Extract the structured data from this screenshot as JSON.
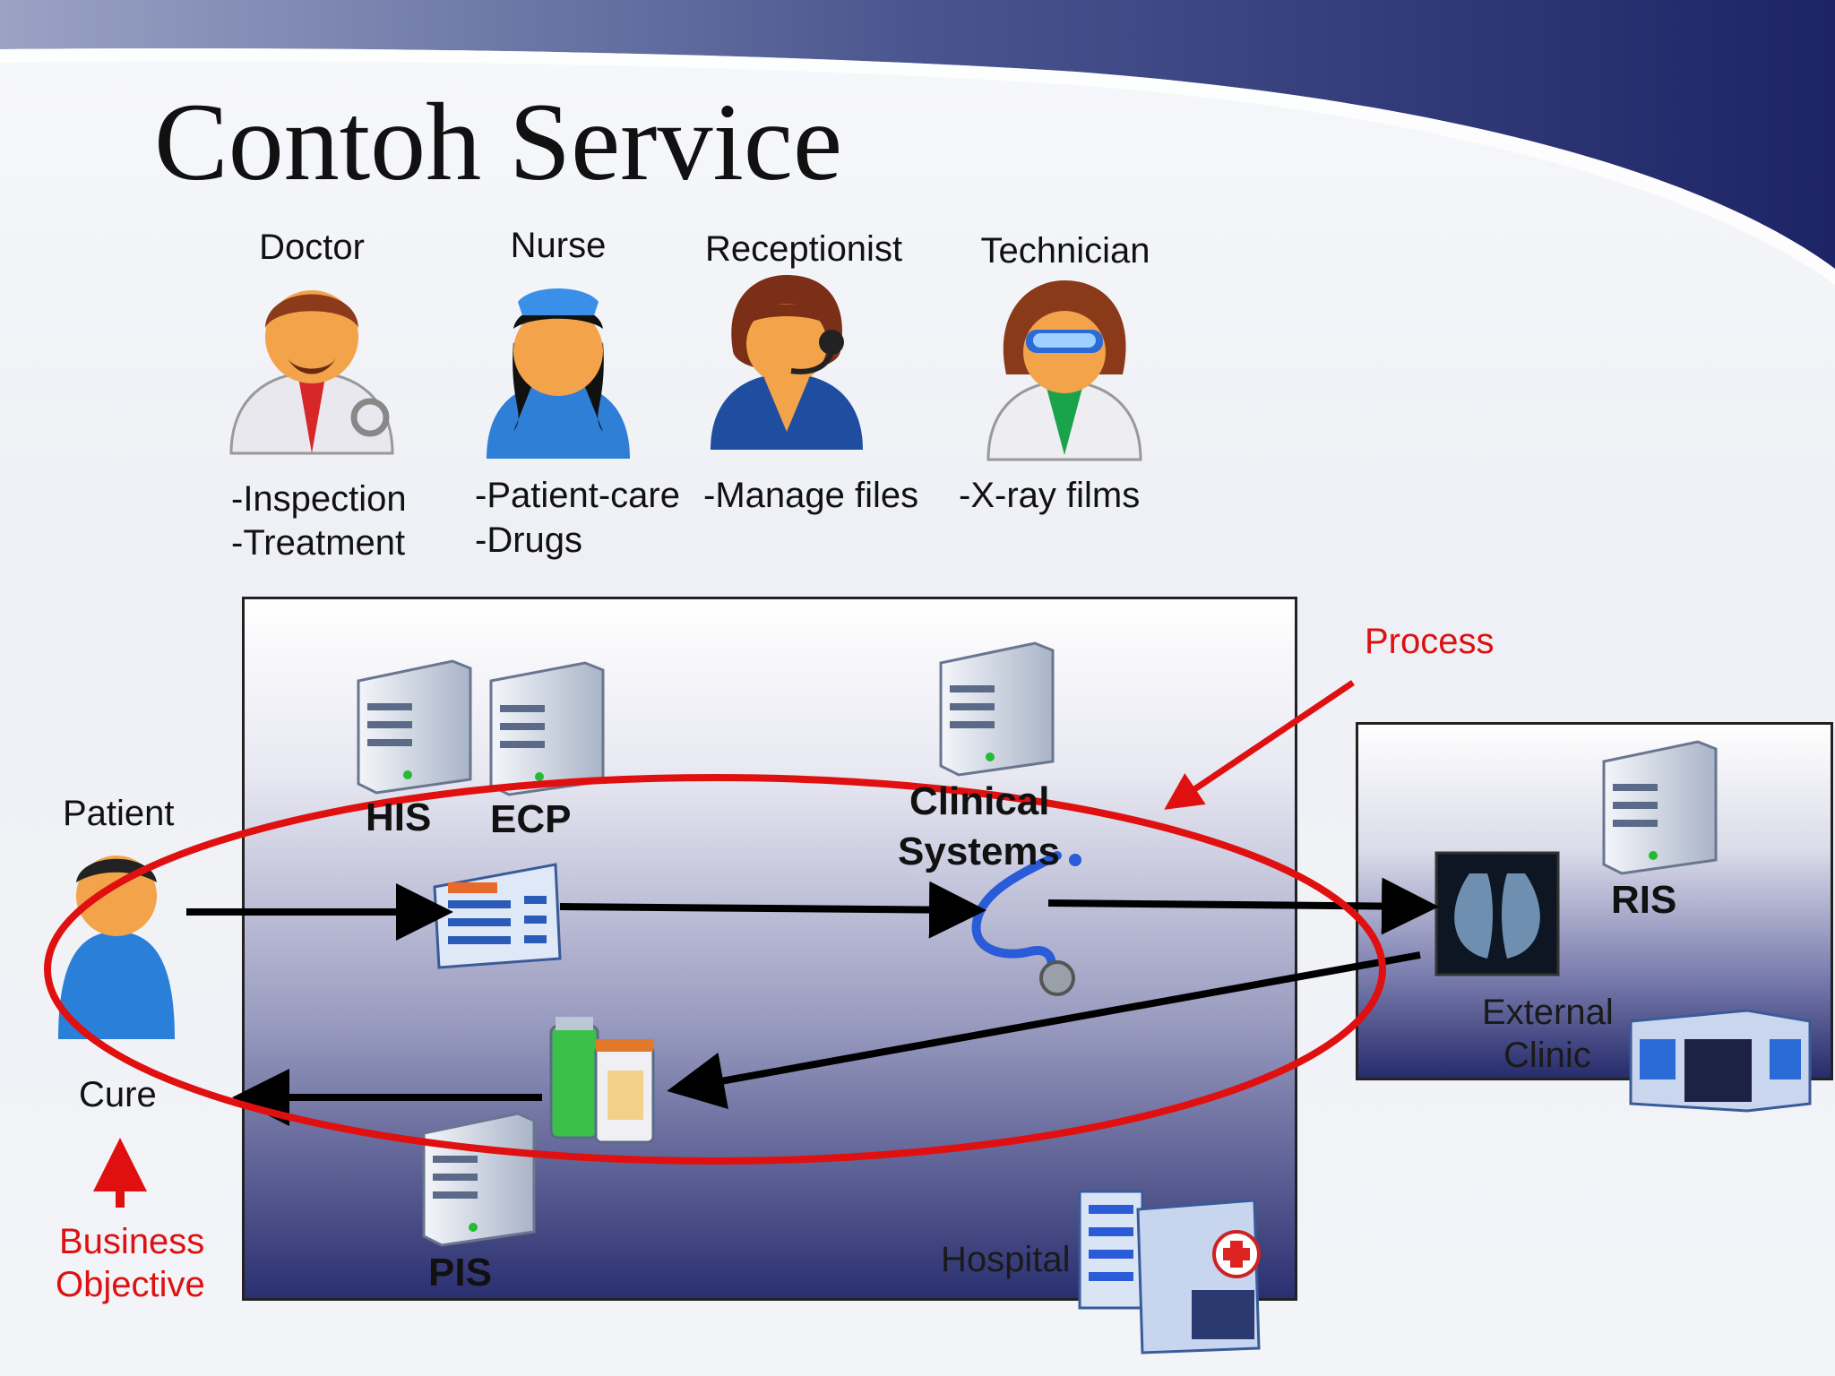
{
  "title": "Contoh Service",
  "roles": [
    {
      "name": "Doctor",
      "tasks": [
        "-Inspection",
        "-Treatment"
      ]
    },
    {
      "name": "Nurse",
      "tasks": [
        "-Patient-care",
        "-Drugs"
      ]
    },
    {
      "name": "Receptionist",
      "tasks": [
        "-Manage files"
      ]
    },
    {
      "name": "Technician",
      "tasks": [
        "-X-ray films"
      ]
    }
  ],
  "diagram": {
    "patient": "Patient",
    "cure": "Cure",
    "business_objective": [
      "Business",
      "Objective"
    ],
    "process": "Process",
    "systems": {
      "his": "HIS",
      "ecp": "ECP",
      "clinical": [
        "Clinical",
        "Systems"
      ],
      "ris": "RIS",
      "pis": "PIS"
    },
    "hospital": "Hospital",
    "external_clinic": [
      "External",
      "Clinic"
    ]
  },
  "colors": {
    "accent_red": "#dd1111",
    "header_navy": "#2a3270",
    "box_navy": "#2a2f70"
  }
}
